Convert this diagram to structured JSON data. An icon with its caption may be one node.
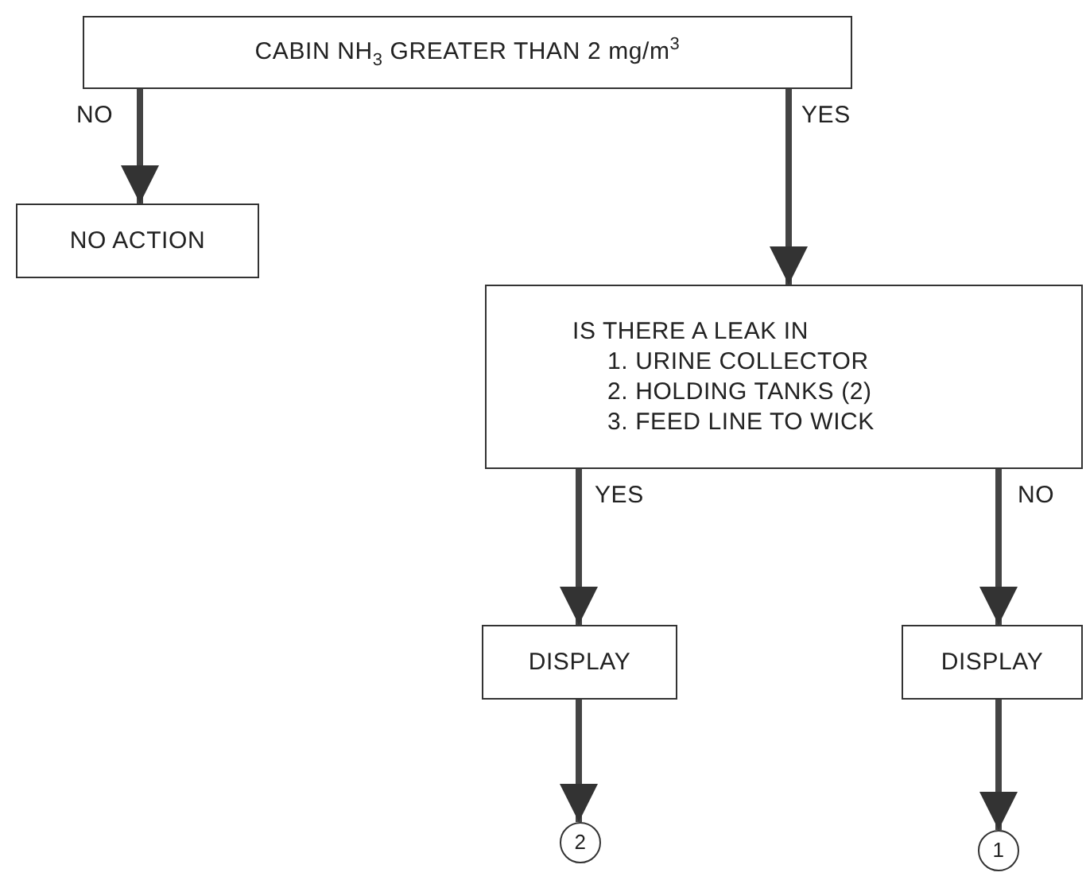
{
  "diagram": {
    "nodes": [
      {
        "text": [
          "CABIN NH$_{3}$ GREATER THAN 2 mg/m$^{3}$"
        ]
      },
      {
        "text": [
          "NO ACTION"
        ]
      },
      {
        "text": [
          "IS THERE A LEAK IN",
          "1. URINE COLLECTOR",
          "2. HOLDING TANKS (2)",
          "3. FEED LINE TO WICK"
        ]
      },
      {
        "text": [
          "DISPLAY"
        ]
      },
      {
        "text": [
          "DISPLAY"
        ]
      },
      {
        "text": [
          "2"
        ]
      },
      {
        "text": [
          "1"
        ]
      }
    ],
    "edges": [
      {
        "from": 0,
        "to": 1,
        "arrow": "to",
        "label": "NO"
      },
      {
        "from": 0,
        "to": 2,
        "arrow": "to",
        "label": "YES"
      },
      {
        "from": 2,
        "to": 3,
        "arrow": "to",
        "label": "YES"
      },
      {
        "from": 2,
        "to": 4,
        "arrow": "to",
        "label": "NO"
      },
      {
        "from": 3,
        "to": 5,
        "arrow": "to"
      },
      {
        "from": 4,
        "to": 6,
        "arrow": "to"
      }
    ]
  }
}
